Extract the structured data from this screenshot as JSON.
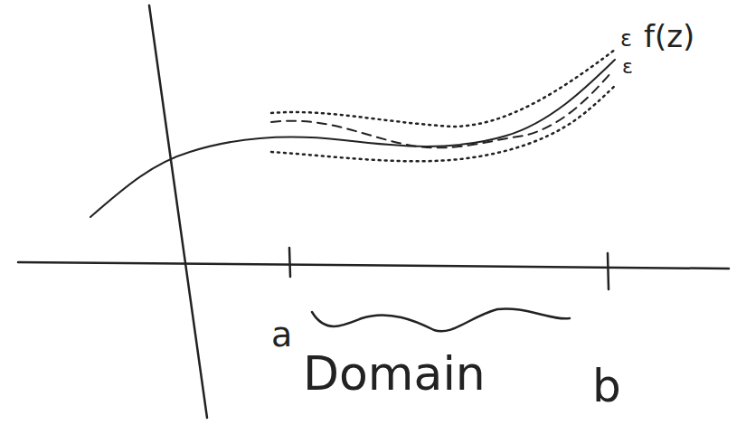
{
  "diagram": {
    "labels": [
      "ε",
      "f(z)",
      "ε",
      "a",
      "Domain",
      "b"
    ]
  }
}
